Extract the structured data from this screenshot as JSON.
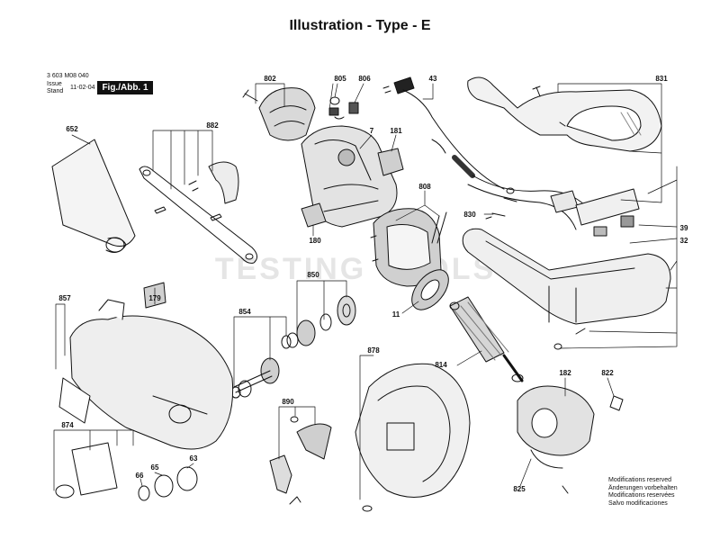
{
  "title": "Illustration - Type - E",
  "header": {
    "part_number": "3 603 M08 040",
    "issue_label": "Issue",
    "stand_label": "Stand",
    "issue_date": "11-02-04",
    "figure": "Fig./Abb. 1"
  },
  "watermark": "TESTING TOOLS",
  "notes": [
    "Modifications reserved",
    "Änderungen vorbehalten",
    "Modifications reservées",
    "Salvo modificaciones"
  ],
  "callouts": [
    {
      "id": "c802",
      "label": "802"
    },
    {
      "id": "c805",
      "label": "805"
    },
    {
      "id": "c806",
      "label": "806"
    },
    {
      "id": "c43",
      "label": "43"
    },
    {
      "id": "c831",
      "label": "831"
    },
    {
      "id": "c652",
      "label": "652"
    },
    {
      "id": "c882",
      "label": "882"
    },
    {
      "id": "c7",
      "label": "7"
    },
    {
      "id": "c181",
      "label": "181"
    },
    {
      "id": "c808",
      "label": "808"
    },
    {
      "id": "c830",
      "label": "830"
    },
    {
      "id": "c39",
      "label": "39"
    },
    {
      "id": "c32",
      "label": "32"
    },
    {
      "id": "c180",
      "label": "180"
    },
    {
      "id": "c850",
      "label": "850"
    },
    {
      "id": "c857",
      "label": "857"
    },
    {
      "id": "c179",
      "label": "179"
    },
    {
      "id": "c854",
      "label": "854"
    },
    {
      "id": "c11",
      "label": "11"
    },
    {
      "id": "c878",
      "label": "878"
    },
    {
      "id": "c814",
      "label": "814"
    },
    {
      "id": "c182",
      "label": "182"
    },
    {
      "id": "c822",
      "label": "822"
    },
    {
      "id": "c890",
      "label": "890"
    },
    {
      "id": "c874",
      "label": "874"
    },
    {
      "id": "c66",
      "label": "66"
    },
    {
      "id": "c65",
      "label": "65"
    },
    {
      "id": "c63",
      "label": "63"
    },
    {
      "id": "c825",
      "label": "825"
    }
  ]
}
